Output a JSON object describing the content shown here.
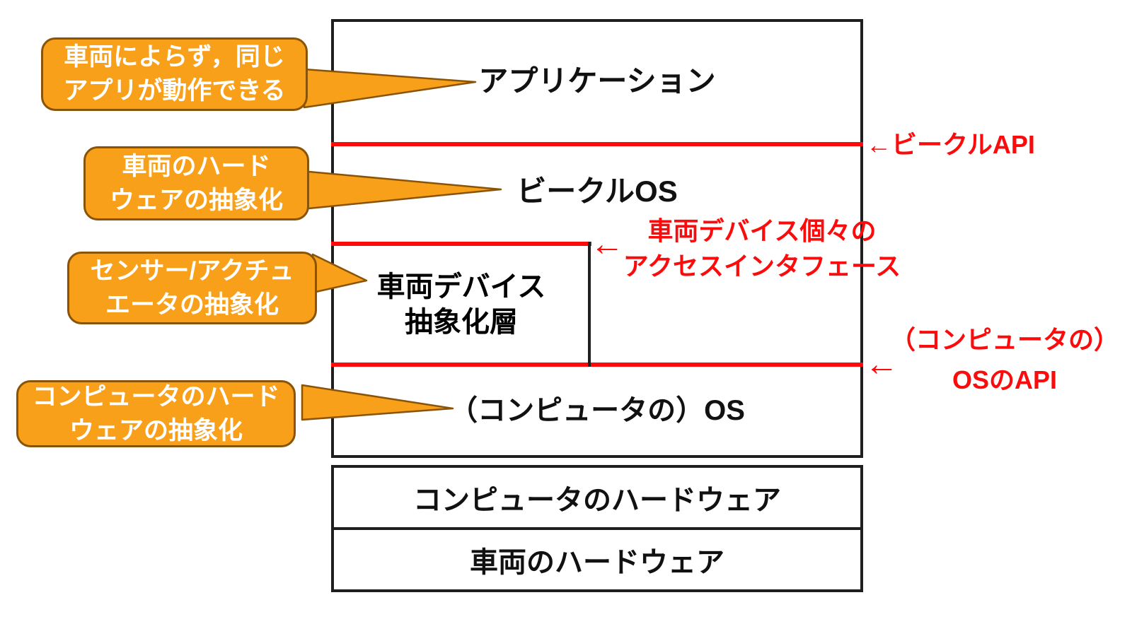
{
  "stack": {
    "application": "アプリケーション",
    "vehicle_os": "ビークルOS",
    "device_abstraction_line1": "車両デバイス",
    "device_abstraction_line2": "抽象化層",
    "computer_os": "（コンピュータの）OS"
  },
  "hardware": {
    "computer": "コンピュータのハードウェア",
    "vehicle": "車両のハードウェア"
  },
  "api_labels": {
    "vehicle_api": "←ビークルAPI",
    "device_if_arrow": "←",
    "device_if_line1": "車両デバイス個々の",
    "device_if_line2": "アクセスインタフェース",
    "os_api_arrow": "←",
    "os_api_line1": "（コンピュータの）",
    "os_api_line2": "OSのAPI"
  },
  "callouts": [
    {
      "line1": "車両によらず，同じ",
      "line2": "アプリが動作できる"
    },
    {
      "line1": "車両のハード",
      "line2": "ウェアの抽象化"
    },
    {
      "line1": "センサー/アクチュ",
      "line2": "エータの抽象化"
    },
    {
      "line1": "コンピュータのハード",
      "line2": "ウェアの抽象化"
    }
  ],
  "colors": {
    "callout_fill": "#F9A01B",
    "callout_border": "#8A5408",
    "api_red": "#FB0B0B",
    "line_black": "#1F1F1F"
  }
}
